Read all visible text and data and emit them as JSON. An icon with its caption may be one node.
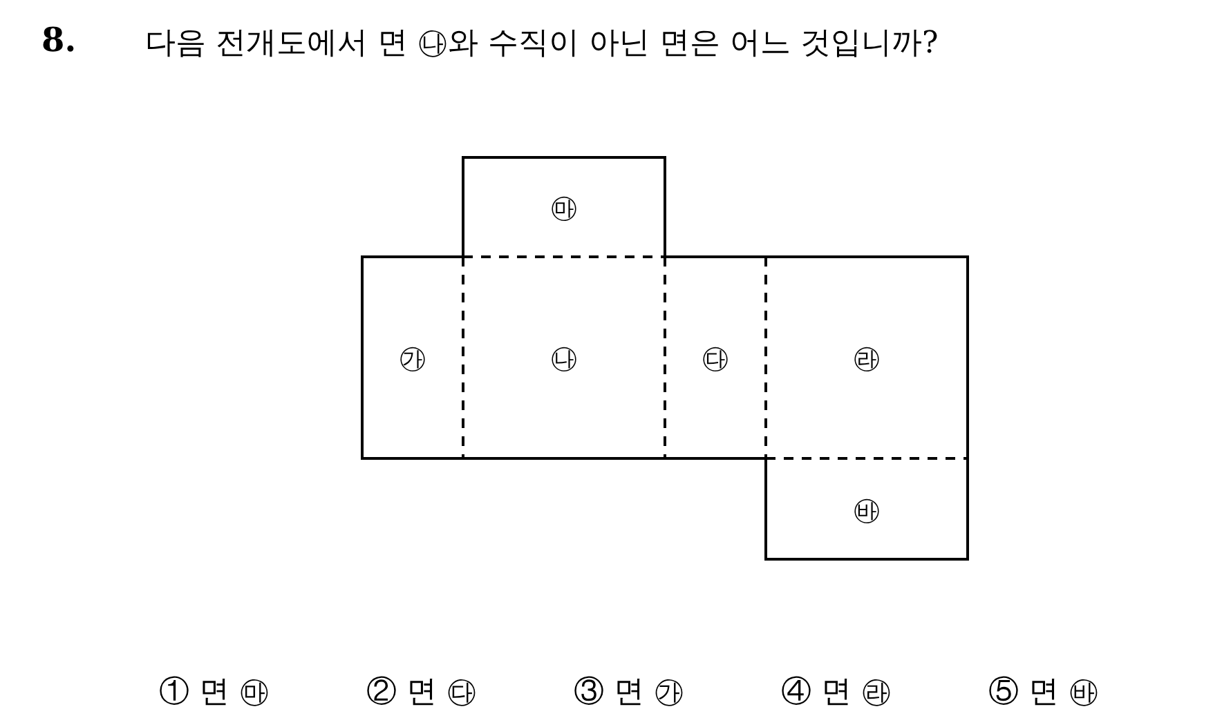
{
  "diagram": {
    "title": "다음 전개도에서 면 ㉯와 수직이 아닌 면은 어느 것입니까?",
    "nodes": [
      {
        "text": [
          "㉲"
        ]
      },
      {
        "text": [
          "㉮"
        ]
      },
      {
        "text": [
          "㉯"
        ]
      },
      {
        "text": [
          "㉰"
        ]
      },
      {
        "text": [
          "㉱"
        ]
      },
      {
        "text": [
          "㉳"
        ]
      }
    ],
    "edges": [],
    "labels": [
      "8.",
      "① 면 ㉲",
      "② 면 ㉰",
      "③ 면 ㉮",
      "④ 면 ㉱",
      "⑤ 면 ㉳"
    ]
  }
}
